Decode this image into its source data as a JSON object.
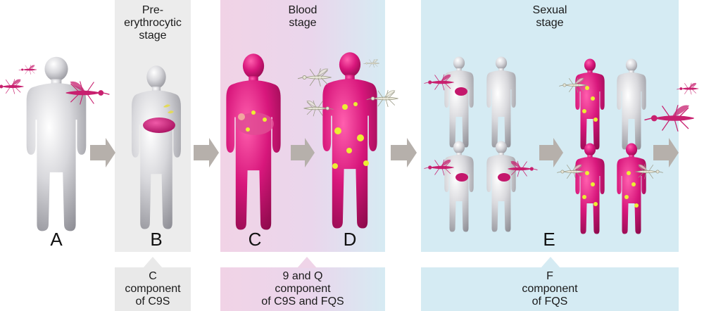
{
  "stages": {
    "pre_erythrocytic": {
      "title": "Pre-\nerythrocytic\nstage"
    },
    "blood": {
      "title": "Blood\nstage"
    },
    "sexual": {
      "title": "Sexual\nstage"
    }
  },
  "panel_letters": [
    "A",
    "B",
    "C",
    "D",
    "E"
  ],
  "components": {
    "c9s": "C\ncomponent\nof C9S",
    "c9s_fqs": "9 and Q\ncomponent\nof C9S and FQS",
    "fqs": "F\ncomponent\nof FQS"
  },
  "colors": {
    "pre_panel": "#ececec",
    "blood_pink": "#f1d3e6",
    "blood_blue": "#d6ebf3",
    "sexual_panel": "#d5ebf3",
    "magenta": "#d4187a",
    "silver": "#cfcfd3",
    "arrow": "#b6b0ab",
    "parasite": "#ecef32"
  }
}
